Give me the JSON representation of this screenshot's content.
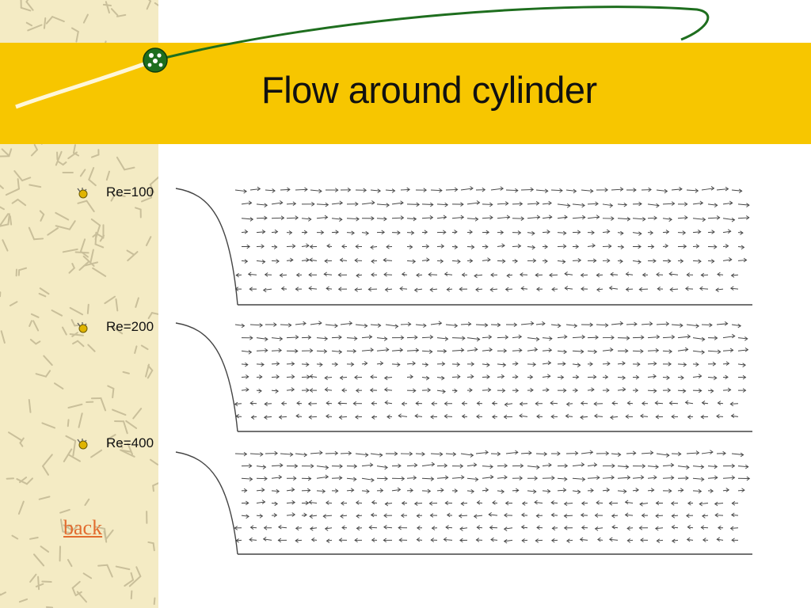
{
  "title": "Flow around cylinder",
  "bullets": [
    {
      "label": "Re=100",
      "icon": "lightbulb-bullet-icon"
    },
    {
      "label": "Re=200",
      "icon": "lightbulb-bullet-icon"
    },
    {
      "label": "Re=400",
      "icon": "lightbulb-bullet-icon"
    }
  ],
  "back_link": "back",
  "colors": {
    "title_band": "#f7c600",
    "sidebar": "#f4ebc4",
    "sidebar_pattern": "#c9bf9a",
    "swoosh": "#1e6e1e",
    "link": "#e26b2e",
    "vectors": "#444444"
  },
  "figure": {
    "type": "velocity-vector-field",
    "panels": [
      {
        "label": "Re=100"
      },
      {
        "label": "Re=200"
      },
      {
        "label": "Re=400"
      }
    ]
  }
}
